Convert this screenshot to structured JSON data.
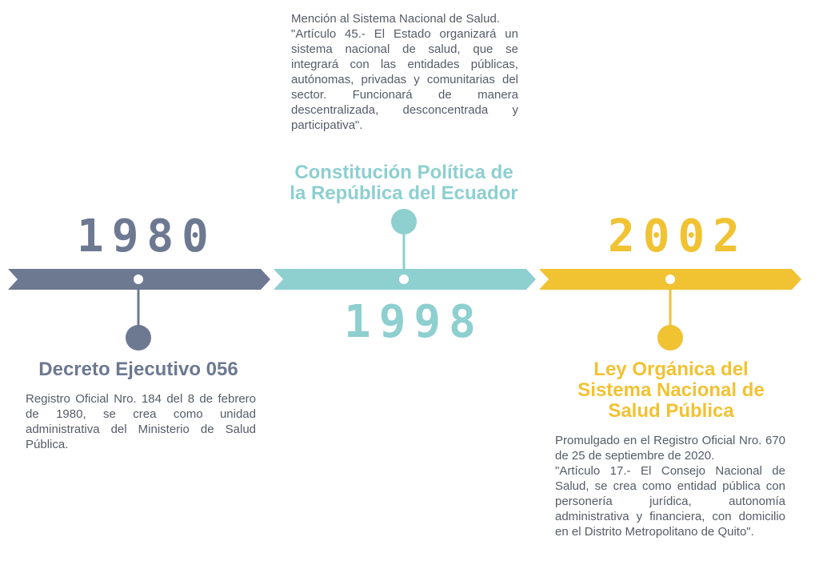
{
  "colors": {
    "slate": "#6d7891",
    "teal": "#8ecfd0",
    "yellow": "#f1c232",
    "text": "#555b66"
  },
  "events": [
    {
      "year": "1980",
      "title": "Decreto Ejecutivo 056",
      "description": [
        "Registro Oficial Nro. 184 del 8 de febrero de 1980, se crea como unidad administrativa del Ministerio de Salud Pública."
      ]
    },
    {
      "year": "1998",
      "title": "Constitución Política de la República del Ecuador",
      "description": [
        "Mención al Sistema Nacional de Salud.",
        "\"Artículo 45.- El Estado organizará un sistema nacional de salud, que se integrará con las entidades públicas, autónomas, privadas y comunitarias del sector. Funcionará de manera descentralizada, desconcentrada y participativa\"."
      ]
    },
    {
      "year": "2002",
      "title": "Ley Orgánica del Sistema Nacional de Salud Pública",
      "description": [
        "Promulgado en el Registro Oficial Nro. 670 de 25 de septiembre de 2020.",
        "\"Artículo 17.- El Consejo Nacional de Salud, se crea como entidad pública con personería jurídica, autonomía administrativa y financiera, con domicilio en el Distrito Metropolitano de Quito\"."
      ]
    }
  ]
}
